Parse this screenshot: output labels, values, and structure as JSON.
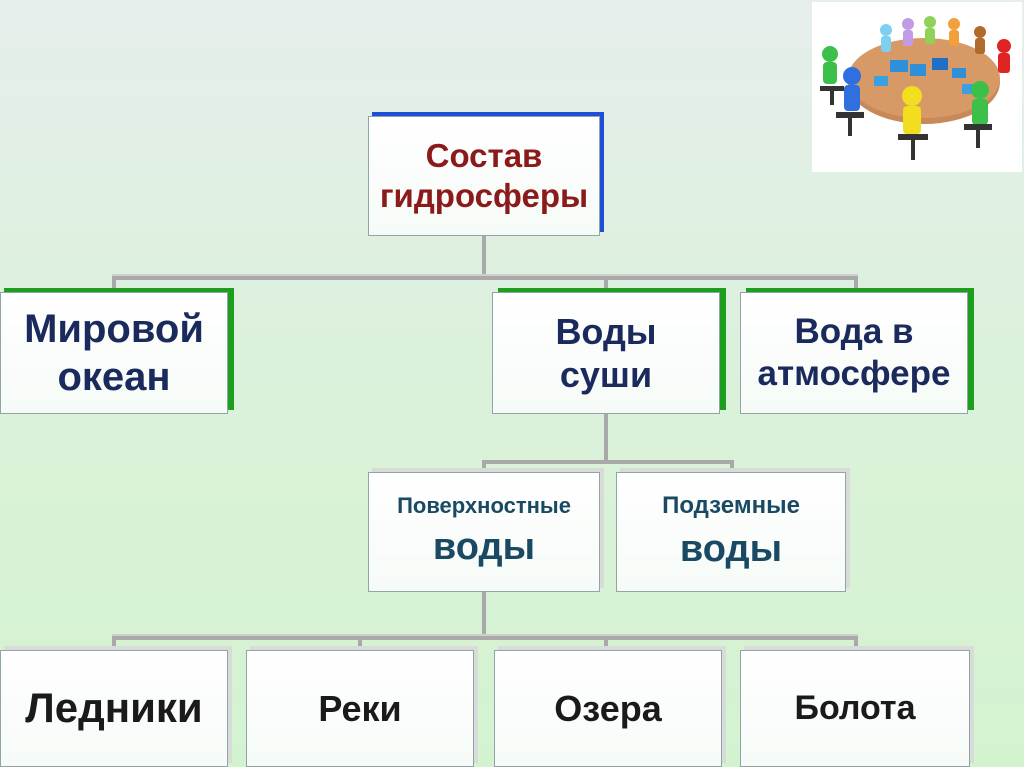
{
  "root": {
    "line1": "Состав",
    "line2": "гидросферы"
  },
  "level1": [
    {
      "line1": "Мировой",
      "line2": "океан"
    },
    {
      "line1": "Воды",
      "line2": "суши"
    },
    {
      "line1": "Вода в",
      "line2": "атмосфере"
    }
  ],
  "level2": [
    {
      "line1": "Поверхностные",
      "line2": "воды"
    },
    {
      "line1": "Подземные",
      "line2": "воды"
    }
  ],
  "level3": [
    "Ледники",
    "Реки",
    "Озера",
    "Болота"
  ],
  "colors": {
    "root_text": "#8b1a1a",
    "root_shadow": "#1f4fd6",
    "level1_text": "#1b2a5c",
    "level1_shadow": "#1e9e1e",
    "level2_text": "#1a4a63",
    "level3_text": "#1a1a1a"
  },
  "illustration": {
    "icon": "people-around-table-icon"
  }
}
